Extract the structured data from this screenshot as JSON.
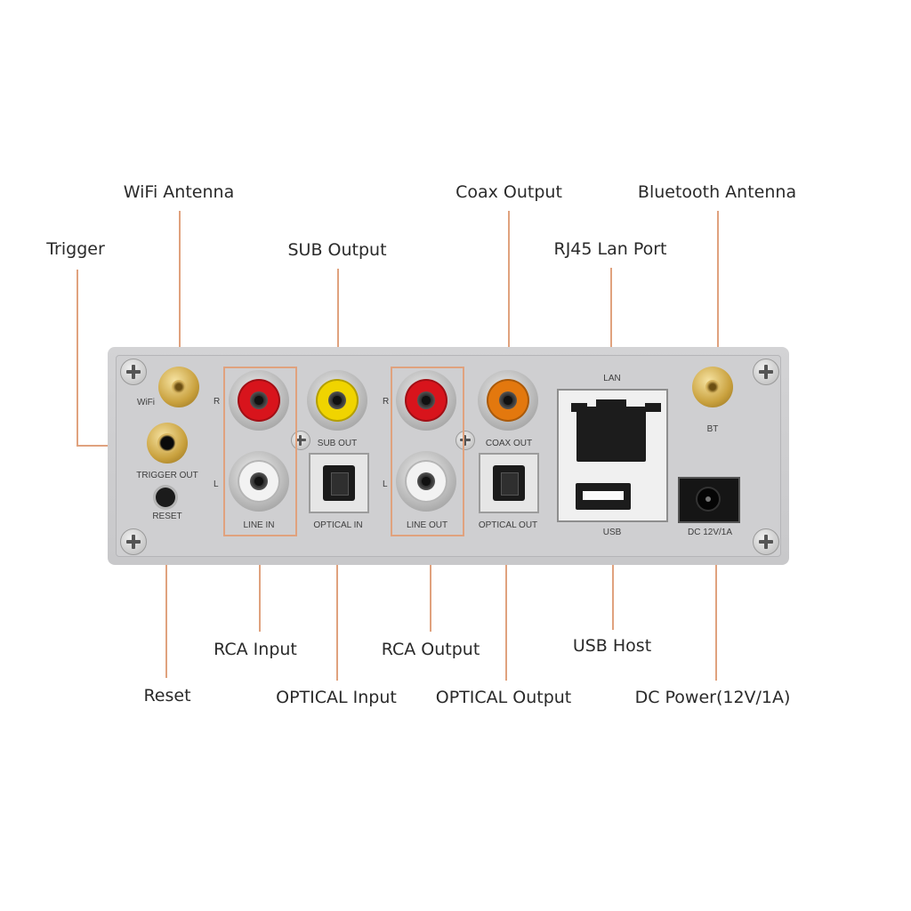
{
  "callouts": {
    "wifi_antenna": "WiFi Antenna",
    "trigger": "Trigger",
    "sub_output": "SUB Output",
    "coax_output": "Coax Output",
    "bluetooth_antenna": "Bluetooth Antenna",
    "rj45_lan_port": "RJ45 Lan Port",
    "rca_input": "RCA Input",
    "rca_output": "RCA Output",
    "usb_host": "USB Host",
    "reset": "Reset",
    "optical_input": "OPTICAL Input",
    "optical_output": "OPTICAL Output",
    "dc_power": "DC Power(12V/1A)"
  },
  "panel": {
    "wifi": "WiFi",
    "trigger_out": "TRIGGER OUT",
    "reset": "RESET",
    "r": "R",
    "l": "L",
    "line_in": "LINE IN",
    "sub_out": "SUB OUT",
    "optical_in": "OPTICAL IN",
    "line_out": "LINE OUT",
    "coax_out": "COAX OUT",
    "optical_out": "OPTICAL OUT",
    "lan": "LAN",
    "usb": "USB",
    "bt": "BT",
    "dc": "DC 12V/1A"
  },
  "colors": {
    "leader": "#e0a27e",
    "rca_red": "#d8141c",
    "rca_yellow": "#f0d400",
    "rca_orange": "#e3780e",
    "rca_white": "#f2f2f2",
    "panel": "#cfcfd1"
  }
}
